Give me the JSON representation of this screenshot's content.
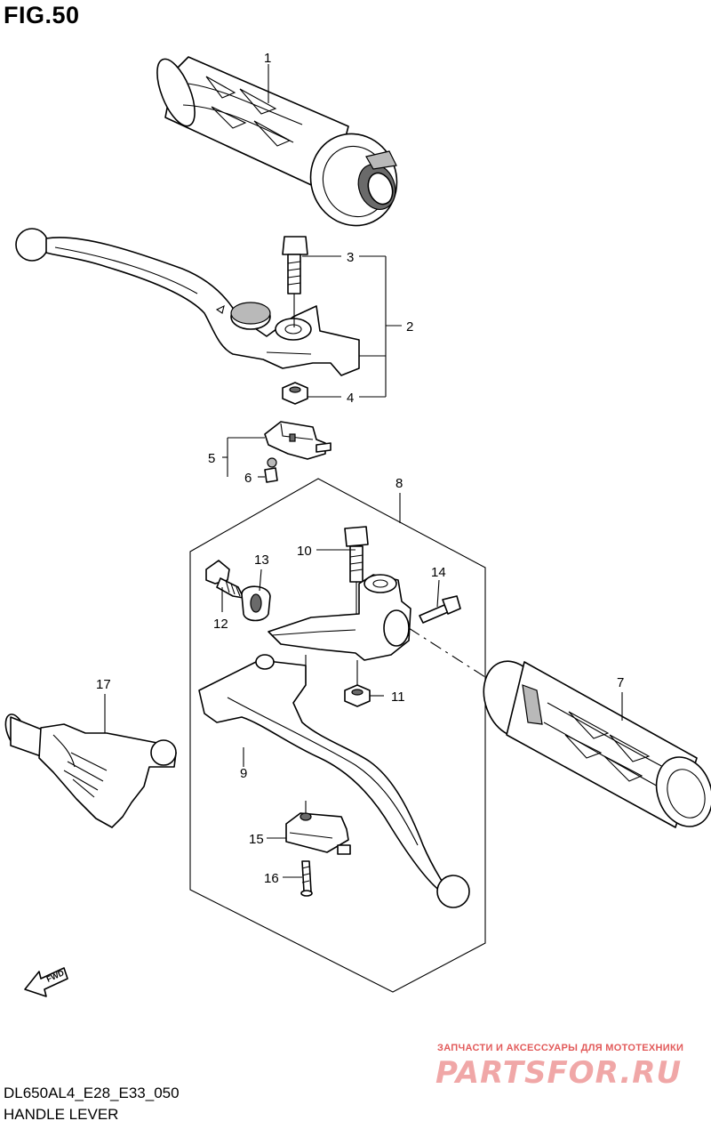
{
  "figure": {
    "title": "FIG.50"
  },
  "callouts": [
    "1",
    "2",
    "3",
    "4",
    "5",
    "6",
    "7",
    "8",
    "9",
    "10",
    "11",
    "12",
    "13",
    "14",
    "15",
    "16",
    "17"
  ],
  "fwd_label": "FWD",
  "watermark": {
    "tagline": "ЗАПЧАСТИ И АКСЕССУАРЫ ДЛЯ МОТОТЕХНИКИ",
    "brand": "PARTSFOR.RU"
  },
  "footer": {
    "code": "DL650AL4_E28_E33_050",
    "name": "HANDLE LEVER"
  }
}
